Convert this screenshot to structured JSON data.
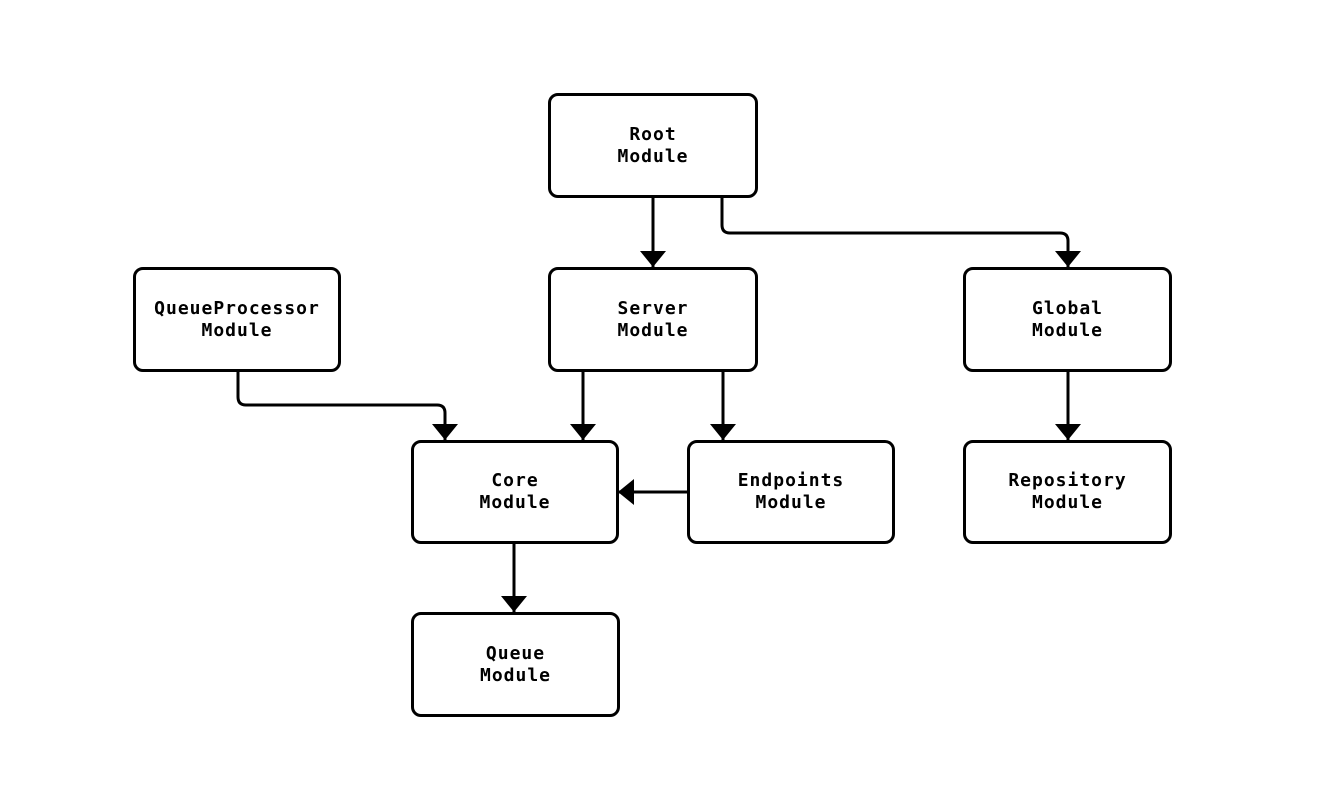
{
  "diagram": {
    "type": "module-dependency-flowchart",
    "colors": {
      "background": "#ffffff",
      "stroke": "#000000",
      "text": "#000000"
    },
    "nodes": [
      {
        "id": "root",
        "line1": "Root",
        "line2": "Module"
      },
      {
        "id": "queueprocessor",
        "line1": "QueueProcessor",
        "line2": "Module"
      },
      {
        "id": "server",
        "line1": "Server",
        "line2": "Module"
      },
      {
        "id": "global",
        "line1": "Global",
        "line2": "Module"
      },
      {
        "id": "core",
        "line1": "Core",
        "line2": "Module"
      },
      {
        "id": "endpoints",
        "line1": "Endpoints",
        "line2": "Module"
      },
      {
        "id": "repository",
        "line1": "Repository",
        "line2": "Module"
      },
      {
        "id": "queue",
        "line1": "Queue",
        "line2": "Module"
      }
    ],
    "edges": [
      {
        "from": "Root Module",
        "to": "Server Module"
      },
      {
        "from": "Root Module",
        "to": "Global Module"
      },
      {
        "from": "QueueProcessor Module",
        "to": "Core Module"
      },
      {
        "from": "Server Module",
        "to": "Core Module"
      },
      {
        "from": "Server Module",
        "to": "Endpoints Module"
      },
      {
        "from": "Endpoints Module",
        "to": "Core Module"
      },
      {
        "from": "Global Module",
        "to": "Repository Module"
      },
      {
        "from": "Core Module",
        "to": "Queue Module"
      }
    ]
  }
}
